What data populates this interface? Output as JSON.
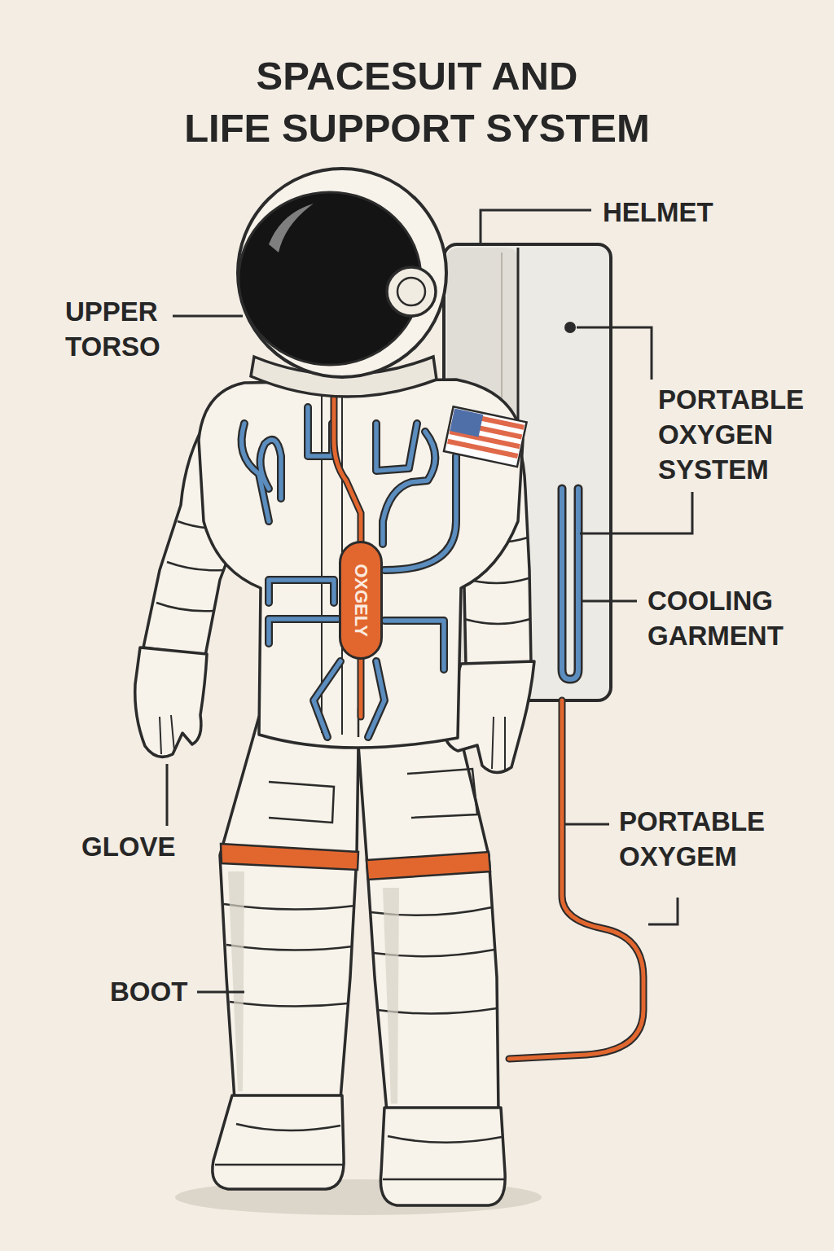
{
  "diagram": {
    "title": "SPACESUIT AND LIFE SUPPORT SYSTEM",
    "nodes": [
      {
        "text": [
          "OXGELY"
        ]
      }
    ],
    "labels": [
      "HELMET",
      "UPPER TORSO",
      "PORTABLE OXYGEN SYSTEM",
      "COOLING GARMENT",
      "GLOVE",
      "PORTABLE OXYGEM",
      "BOOT"
    ]
  }
}
